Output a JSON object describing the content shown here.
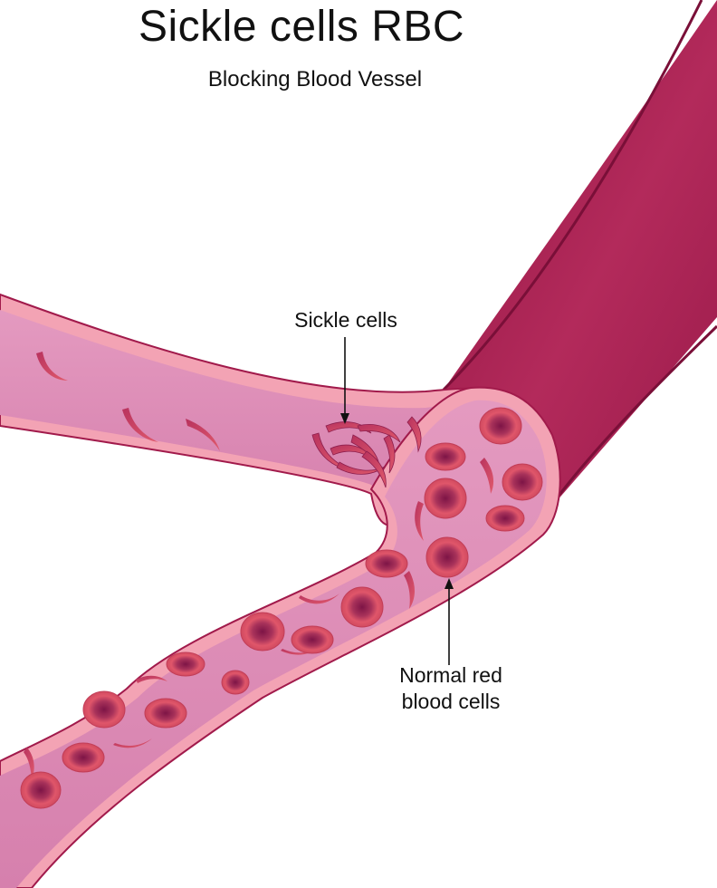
{
  "title": "Sickle cells RBC",
  "subtitle": "Blocking Blood Vessel",
  "labels": {
    "sickle": "Sickle cells",
    "normal_line1": "Normal red",
    "normal_line2": "blood cells"
  },
  "colors": {
    "vessel_outer": "#a11a4b",
    "vessel_wall": "#f4a6b2",
    "lumen": "#d97ea8",
    "cell_body": "#d9485f",
    "cell_center": "#8e1f4e"
  }
}
